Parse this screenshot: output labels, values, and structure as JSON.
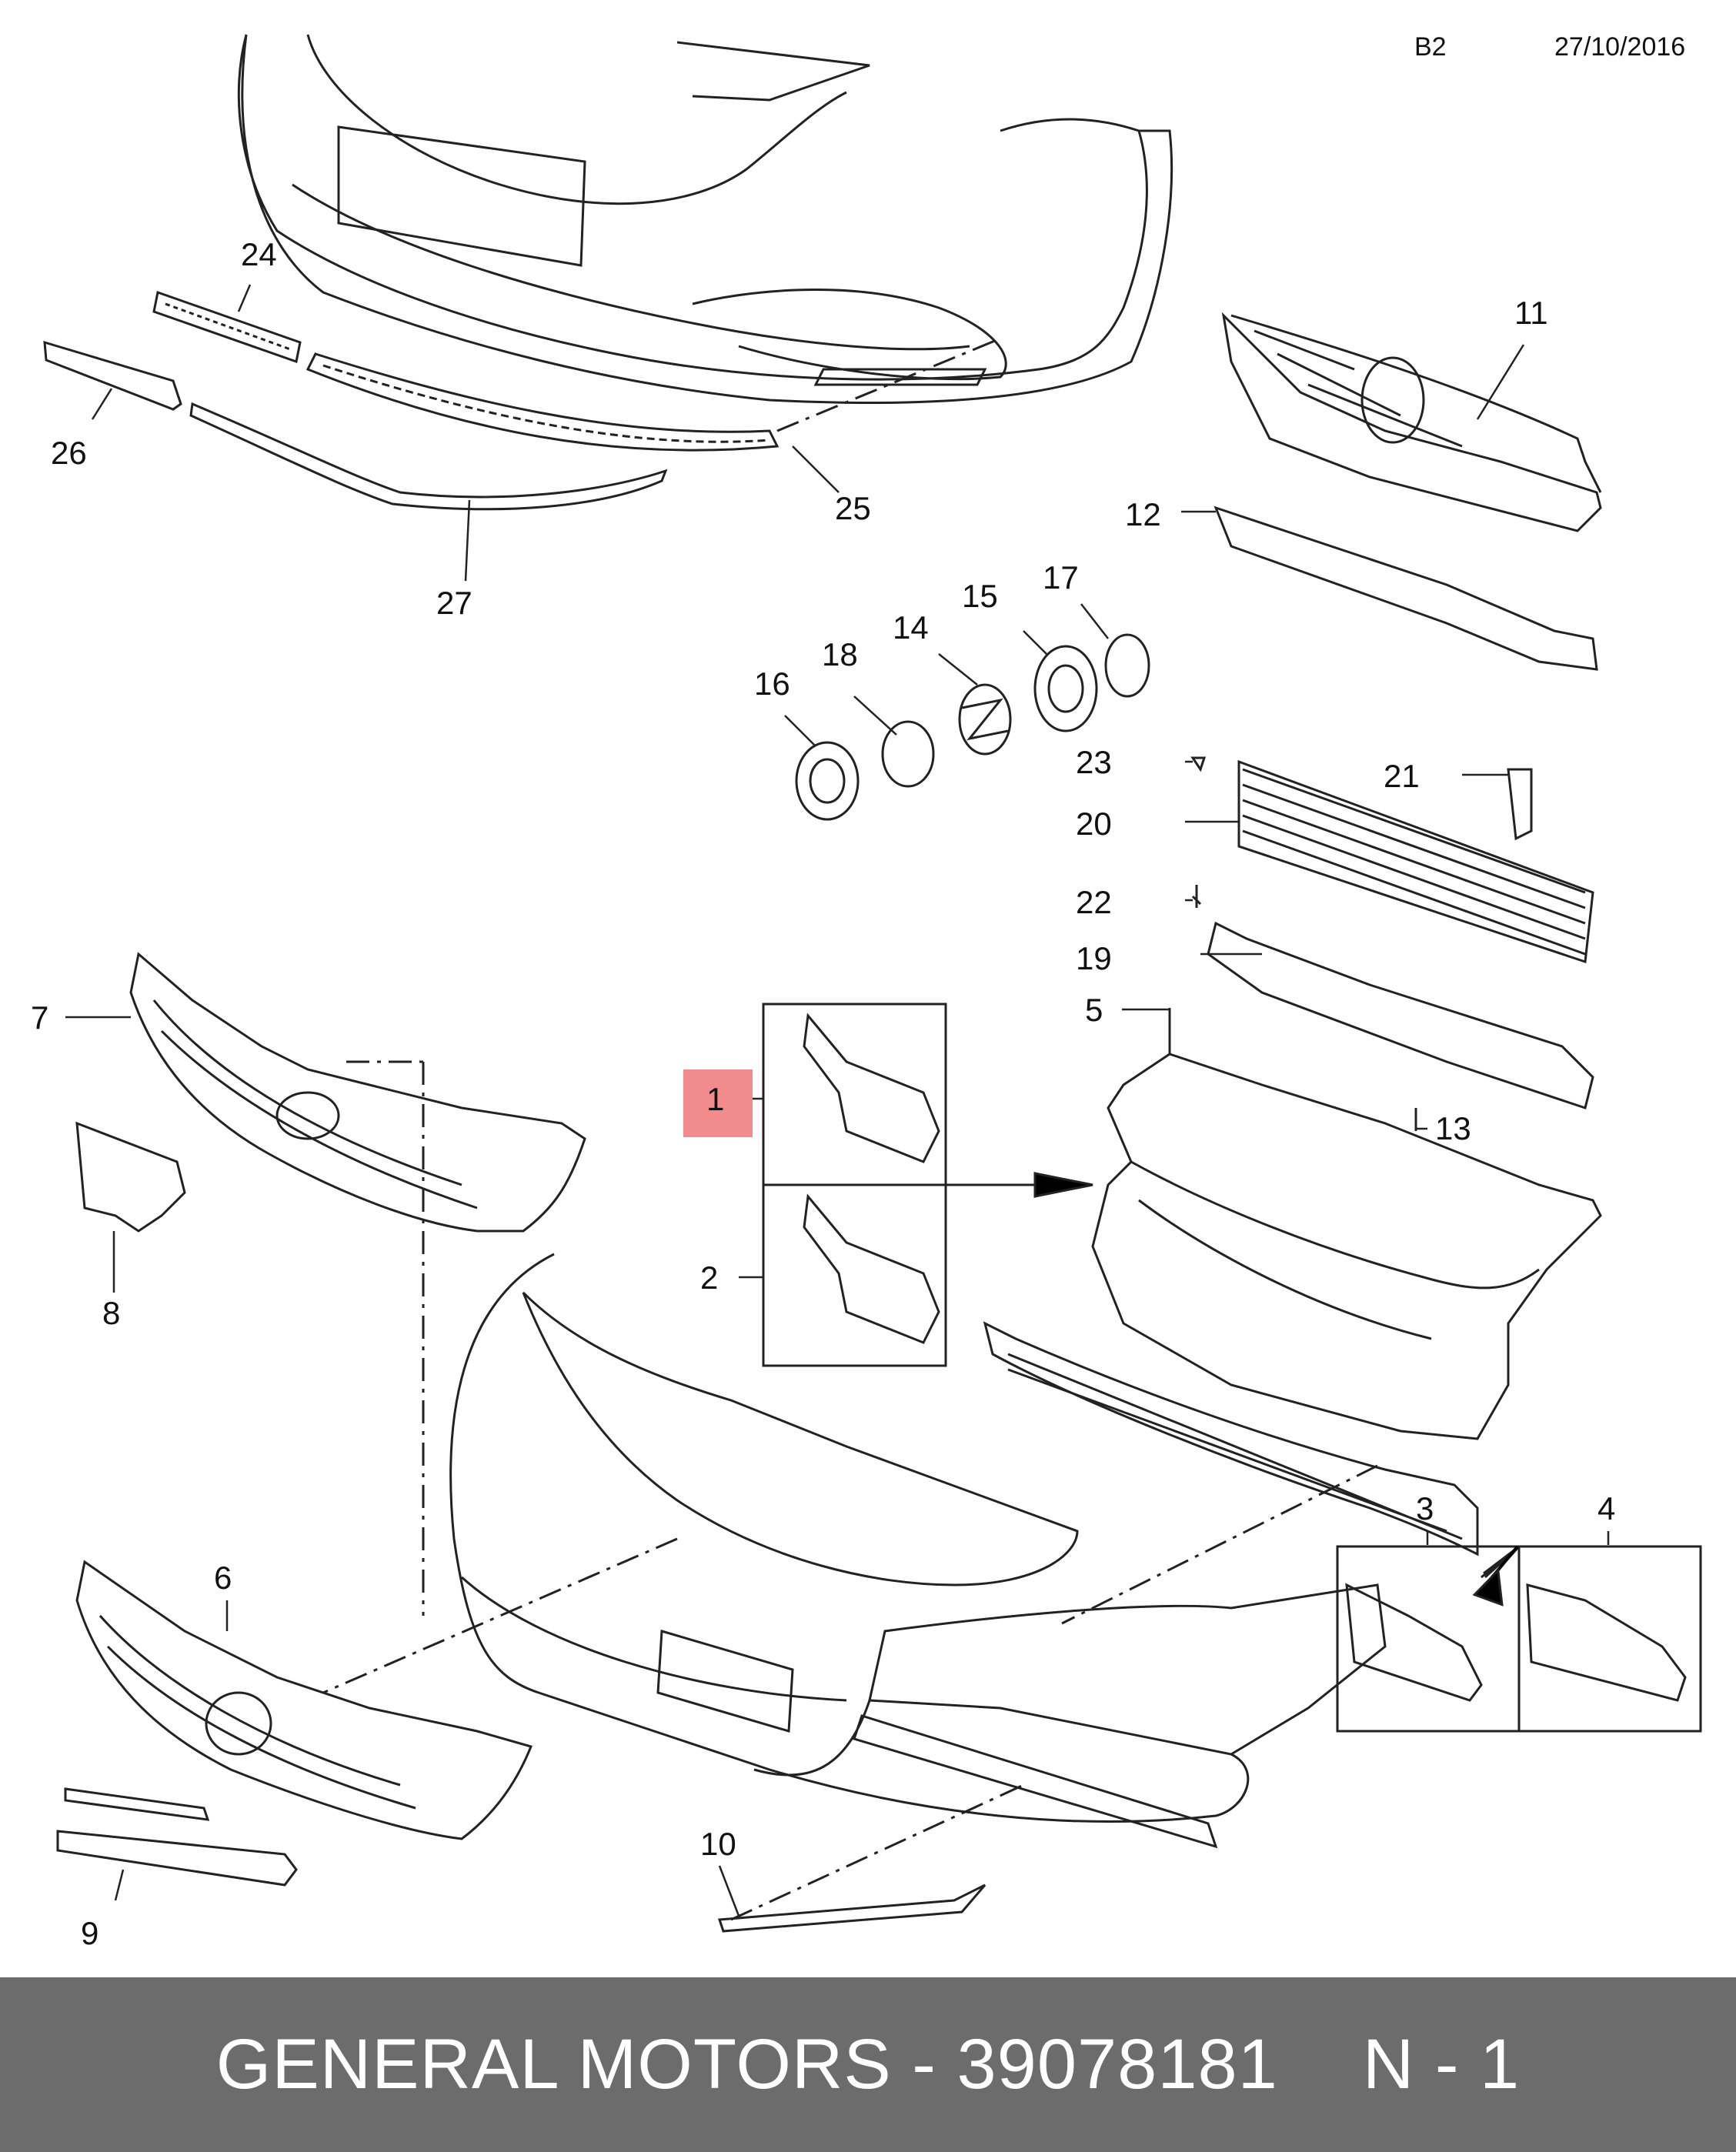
{
  "header": {
    "code": "B2",
    "date": "27/10/2016"
  },
  "callouts": {
    "c1": "1",
    "c2": "2",
    "c3": "3",
    "c4": "4",
    "c5": "5",
    "c6": "6",
    "c7": "7",
    "c8": "8",
    "c9": "9",
    "c10": "10",
    "c11": "11",
    "c12": "12",
    "c13": "13",
    "c14": "14",
    "c15": "15",
    "c16": "16",
    "c17": "17",
    "c18": "18",
    "c19": "19",
    "c20": "20",
    "c21": "21",
    "c22": "22",
    "c23": "23",
    "c24": "24",
    "c25": "25",
    "c26": "26",
    "c27": "27"
  },
  "highlight": {
    "part": "1",
    "color": "#f28b8b"
  },
  "footer": {
    "brand_part": "GENERAL MOTORS - 39078181",
    "page": "N - 1"
  }
}
